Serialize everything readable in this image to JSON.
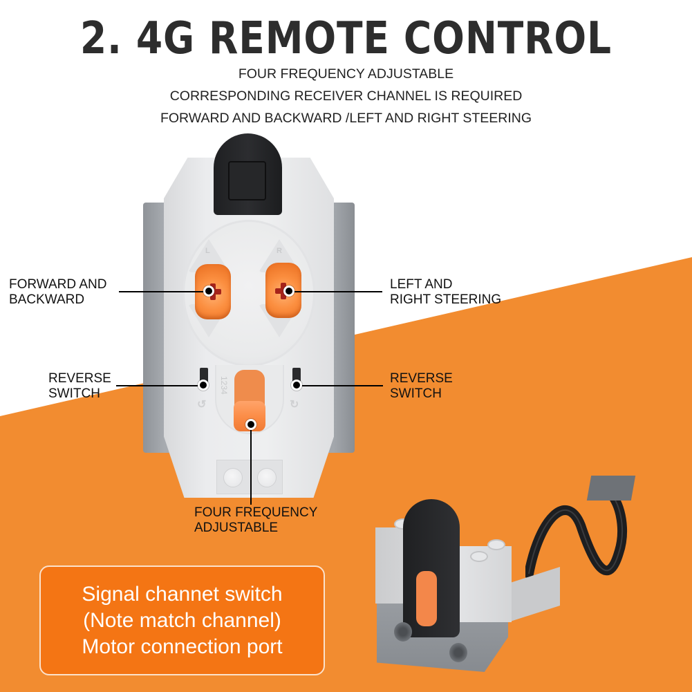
{
  "header": {
    "title": "2. 4G REMOTE CONTROL",
    "subtitle_lines": [
      "FOUR FREQUENCY ADJUSTABLE",
      "CORRESPONDING RECEIVER CHANNEL IS REQUIRED",
      "FORWARD AND BACKWARD /LEFT AND RIGHT STEERING"
    ]
  },
  "remote": {
    "left_stick_letter": "L",
    "right_stick_letter": "R",
    "frequency_numbers": "1234"
  },
  "callouts": {
    "forward_backward": {
      "line1": "FORWARD AND",
      "line2": "BACKWARD"
    },
    "left_right": {
      "line1": "LEFT AND",
      "line2": "RIGHT STEERING"
    },
    "reverse_left": {
      "line1": "REVERSE",
      "line2": "SWITCH"
    },
    "reverse_right": {
      "line1": "REVERSE",
      "line2": "SWITCH"
    },
    "frequency": {
      "line1": "FOUR FREQUENCY",
      "line2": "ADJUSTABLE"
    }
  },
  "info_box": {
    "lines": [
      "Signal channet switch",
      "(Note match channel)",
      "Motor connection port"
    ]
  },
  "colors": {
    "orange_background": "#f28c30",
    "info_box_orange": "#f47514",
    "title_dark": "#2d2d2d",
    "stick_orange": "#fb8e3f"
  }
}
